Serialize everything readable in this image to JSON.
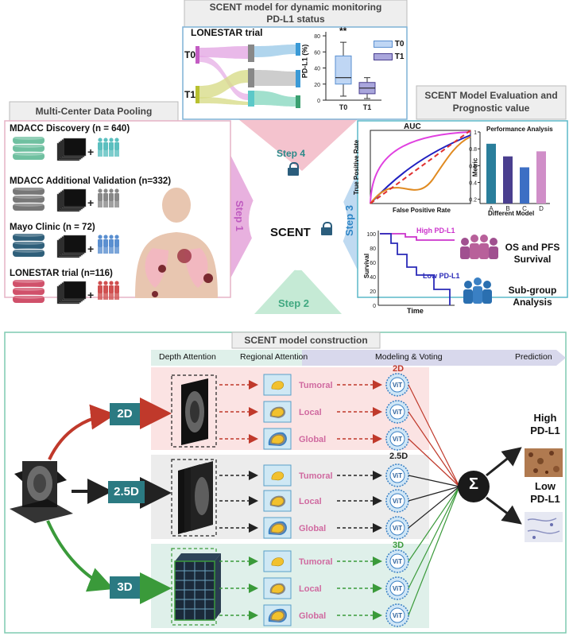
{
  "top_panel": {
    "title_line1": "SCENT model for dynamic monitoring",
    "title_line2": "PD-L1 status",
    "trial": "LONESTAR trial",
    "t0": "T0",
    "t1": "T1",
    "ylabel": "PD-L1 (%)",
    "sig": "**",
    "yticks": [
      "0",
      "20",
      "40",
      "60",
      "80"
    ],
    "xcats": [
      "T0",
      "T1"
    ],
    "legend": [
      "T0",
      "T1"
    ]
  },
  "left_panel": {
    "title": "Multi-Center Data Pooling",
    "cohorts": [
      {
        "label": "MDACC Discovery (n = 640)",
        "color": "#6fc0a0",
        "person": "#5bbfbf"
      },
      {
        "label": "MDACC Additional Validation (n=332)",
        "color": "#777777",
        "person": "#888888"
      },
      {
        "label": "Mayo Clinic  (n = 72)",
        "color": "#2f5f7a",
        "person": "#5a8fd0"
      },
      {
        "label": "LONESTAR trial (n=116)",
        "color": "#d0506a",
        "person": "#d05050"
      }
    ],
    "plus": "+"
  },
  "right_panel": {
    "title_line1": "SCENT Model Evaluation and",
    "title_line2": "Prognostic value",
    "auc_title": "AUC",
    "auc_ylabel": "True Positive Rate",
    "auc_xlabel": "False Positive Rate",
    "perf_title": "Performance Analysis",
    "perf_ylabel": "Metric",
    "perf_xlabel": "Different Model",
    "perf_yticks": [
      "0.2",
      "0.4",
      "0.6",
      "0.8",
      "1"
    ],
    "surv_ylabel": "Survival",
    "surv_xlabel": "Time",
    "surv_yticks": [
      "0",
      "20",
      "40",
      "60",
      "80",
      "100"
    ],
    "high_label": "High PD-L1",
    "low_label": "Low PD-L1",
    "os_label_1": "OS and PFS",
    "os_label_2": "Survival",
    "sub_label_1": "Sub-group",
    "sub_label_2": "Analysis"
  },
  "center": {
    "scent": "SCENT",
    "step1": "Step 1",
    "step2": "Step 2",
    "step3": "Step 3",
    "step4": "Step 4"
  },
  "bottom_panel": {
    "title": "SCENT model construction",
    "headers": [
      "Depth Attention",
      "Regional Attention",
      "Modeling & Voting",
      "Prediction"
    ],
    "branches": [
      "2D",
      "2.5D",
      "3D"
    ],
    "regions": [
      "Tumoral",
      "Local",
      "Global"
    ],
    "vit": "ViT",
    "sum": "Σ",
    "high_1": "High",
    "high_2": "PD-L1",
    "low_1": "Low",
    "low_2": "PD-L1"
  },
  "chart_data": [
    {
      "type": "bar",
      "title": "Performance Analysis",
      "xlabel": "Different Model",
      "ylabel": "Metric",
      "categories": [
        "A",
        "B",
        "C",
        "D"
      ],
      "values": [
        0.86,
        0.71,
        0.58,
        0.77
      ],
      "ylim": [
        0.15,
        1.0
      ],
      "colors": [
        "#2a7e9b",
        "#4a3f8f",
        "#3d6fc4",
        "#d08ec8"
      ]
    },
    {
      "type": "line",
      "title": "AUC",
      "xlabel": "False Positive Rate",
      "ylabel": "True Positive Rate",
      "series_colors": [
        "#e040e0",
        "#2020c0",
        "#e08a20",
        "#e03030"
      ]
    },
    {
      "type": "line",
      "xlabel": "Time",
      "ylabel": "Survival",
      "yticks": [
        0,
        20,
        40,
        60,
        80,
        100
      ],
      "series": [
        {
          "name": "High PD-L1",
          "color": "#cc33cc"
        },
        {
          "name": "Low PD-L1",
          "color": "#2a2ab8"
        }
      ]
    },
    {
      "type": "box",
      "ylabel": "PD-L1 (%)",
      "categories": [
        "T0",
        "T1"
      ],
      "ylim": [
        0,
        85
      ],
      "boxes": [
        {
          "name": "T0",
          "min": 5,
          "q1": 20,
          "median": 28,
          "q3": 55,
          "max": 72
        },
        {
          "name": "T1",
          "min": 2,
          "q1": 8,
          "median": 15,
          "q3": 22,
          "max": 28
        }
      ]
    }
  ]
}
